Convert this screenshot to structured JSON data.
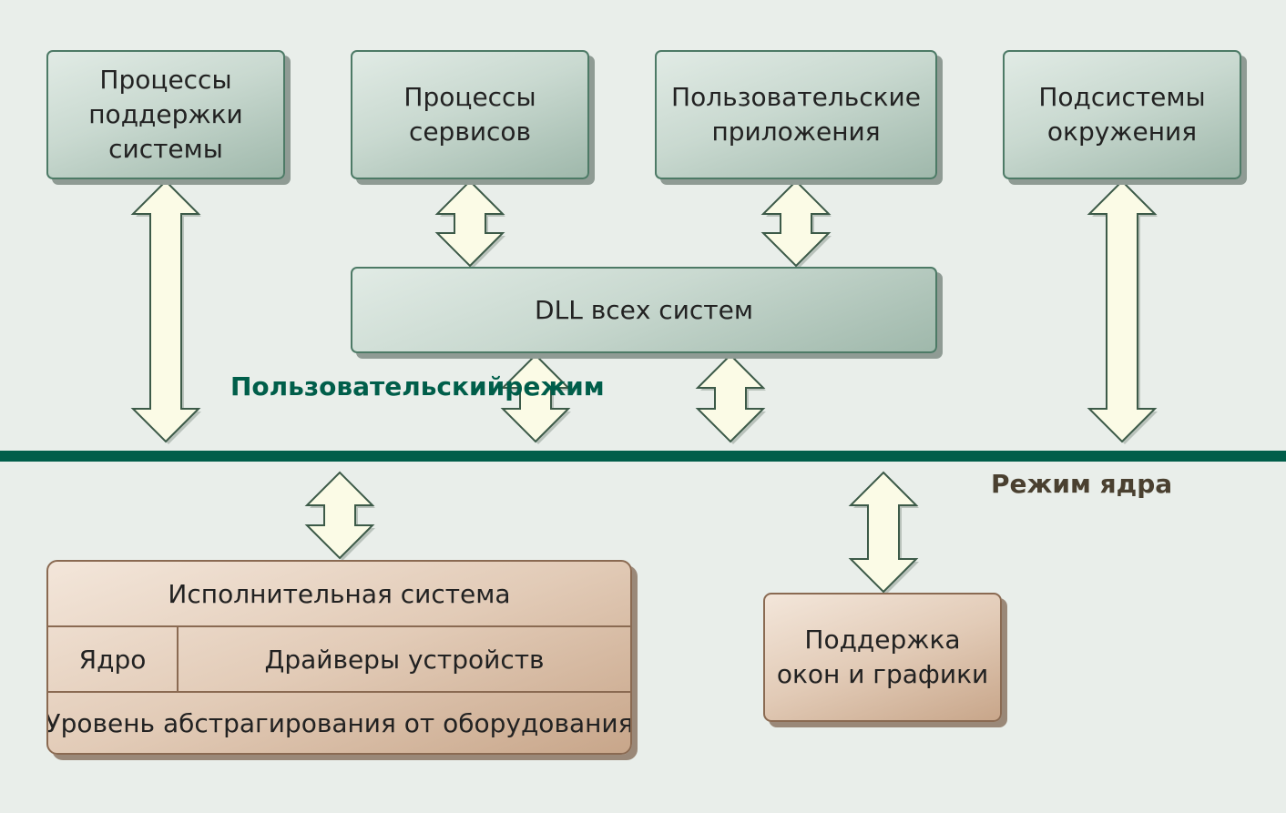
{
  "colors": {
    "green_box_border": "#4d7a66",
    "brown_box_border": "#8a6a52",
    "arrow_fill": "#fbfbe6",
    "arrow_stroke": "#3c5a48",
    "divider": "#005e4a",
    "user_mode_label": "#005e4a",
    "kernel_mode_label": "#4a4030"
  },
  "user_space": {
    "support_processes": {
      "lines": [
        "Процессы",
        "поддержки",
        "системы"
      ]
    },
    "service_processes": {
      "lines": [
        "Процессы",
        "сервисов"
      ]
    },
    "user_applications": {
      "lines": [
        "Пользовательские",
        "приложения"
      ]
    },
    "environment_subsystems": {
      "lines": [
        "Подсистемы",
        "окружения"
      ]
    },
    "system_dlls": {
      "lines": [
        "DLL всех систем"
      ]
    }
  },
  "mode_labels": {
    "user_mode": [
      "Пользовательский",
      "режим"
    ],
    "kernel_mode": "Режим ядра"
  },
  "kernel_space": {
    "executive": "Исполнительная система",
    "kernel": "Ядро",
    "device_drivers": "Драйверы устройств",
    "hal": "Уровень абстрагирования от оборудования",
    "windowing_graphics": {
      "lines": [
        "Поддержка",
        "окон и графики"
      ]
    }
  },
  "connections": [
    {
      "from": "support_processes",
      "to": "kernel_space"
    },
    {
      "from": "service_processes",
      "to": "system_dlls"
    },
    {
      "from": "user_applications",
      "to": "system_dlls"
    },
    {
      "from": "environment_subsystems",
      "to": "kernel_space"
    },
    {
      "from": "system_dlls",
      "to": "kernel_space"
    },
    {
      "from": "system_dlls",
      "to": "kernel_space"
    },
    {
      "from": "user_space",
      "to": "executive"
    },
    {
      "from": "user_space",
      "to": "windowing_graphics"
    }
  ]
}
